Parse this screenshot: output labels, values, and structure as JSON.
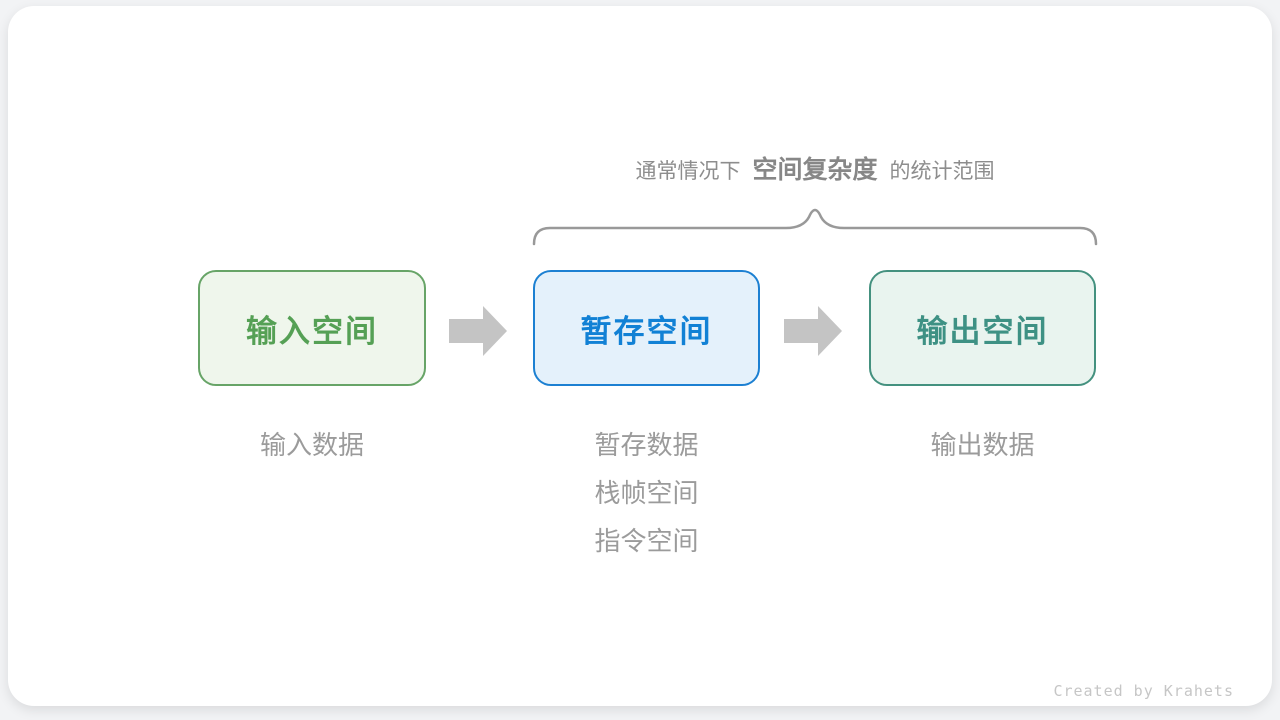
{
  "caption": {
    "prefix": "通常情况下",
    "highlight": "空间复杂度",
    "suffix": "的统计范围"
  },
  "boxes": [
    {
      "label": "输入空间",
      "sub_labels": [
        "输入数据"
      ],
      "border_color": "#67a467",
      "background_color": "#eff6ec",
      "text_color": "#55a055"
    },
    {
      "label": "暂存空间",
      "sub_labels": [
        "暂存数据",
        "栈帧空间",
        "指令空间"
      ],
      "border_color": "#1c80d2",
      "background_color": "#e4f1fb",
      "text_color": "#1181d5"
    },
    {
      "label": "输出空间",
      "sub_labels": [
        "输出数据"
      ],
      "border_color": "#44917f",
      "background_color": "#e9f4ef",
      "text_color": "#3e9184"
    }
  ],
  "colors": {
    "arrow": "#c4c4c4",
    "brace": "#999999",
    "caption_text": "#8d8d8d",
    "sub_label_text": "#9b9b9b",
    "card_background": "#ffffff",
    "page_background": "#f2f3f5",
    "credit_text": "#c6c6c6"
  },
  "credit": "Created by Krahets"
}
